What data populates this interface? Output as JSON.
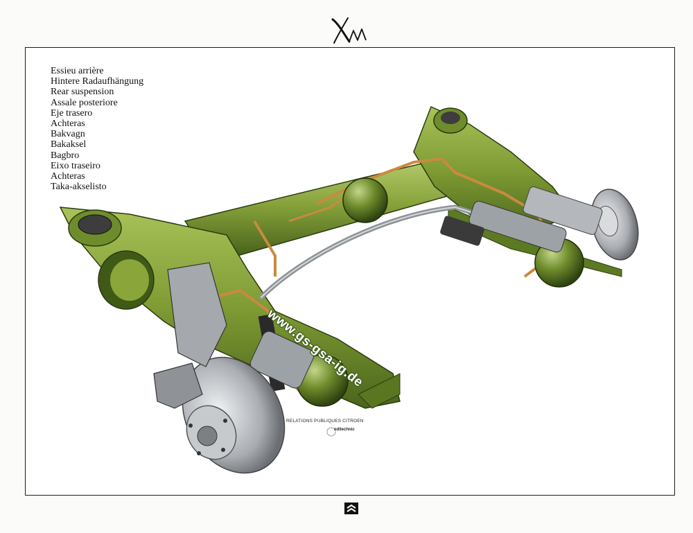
{
  "logo": {
    "text": "XM"
  },
  "languages": [
    "Essieu arrière",
    "Hintere Radaufhängung",
    "Rear suspension",
    "Assale posteriore",
    "Eje trasero",
    "Achteras",
    "Bakvagn",
    "Bakaksel",
    "Bagbro",
    "Eixo traseiro",
    "Achteras",
    "Taka-akselisto"
  ],
  "watermark": "www.gs-gsa-ig.de",
  "credit": "RELATIONS PUBLIQUES CITROEN",
  "studio_logo": "editechnic",
  "colors": {
    "frame_green": "#8aa63a",
    "frame_green_dark": "#4f6b1f",
    "sphere_green": "#6f8c2c",
    "pipe_copper": "#c98a3f",
    "disc_steel": "#b9bcc0"
  },
  "footer_icon": "citroen-double-chevron-icon"
}
